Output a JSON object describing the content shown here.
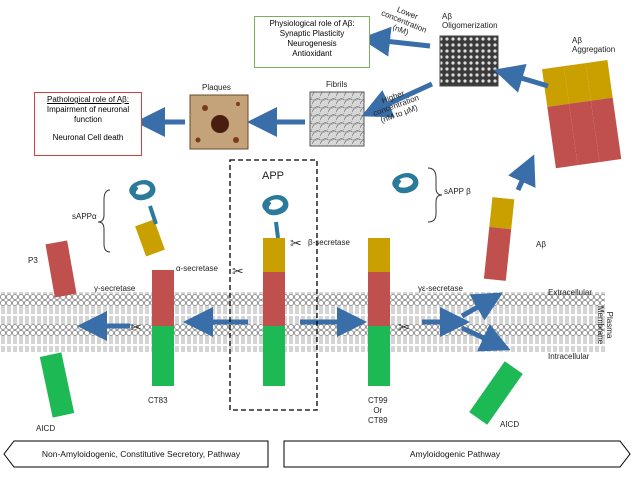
{
  "membrane": {
    "label_line1": "Plasma",
    "label_line2": "Membrane",
    "extracellular": "Extracellular",
    "intracellular": "Intracellular"
  },
  "physiological_box": {
    "line1": "Physiological role of Aβ:",
    "line2": "Synaptic Plasticity",
    "line3": "Neurogenesis",
    "line4": "Antioxidant"
  },
  "pathological_box": {
    "line1": "Pathological role of Aβ:",
    "line2": "Impairment of neuronal",
    "line3": "function",
    "line4": "Neuronal Cell death"
  },
  "labels": {
    "ab_oligo_1": "Aβ",
    "ab_oligo_2": "Oligomerization",
    "ab_aggr_1": "Aβ",
    "ab_aggr_2": "Aggregation",
    "lower_1": "Lower",
    "lower_2": "concentration",
    "lower_3": "(nM)",
    "higher_1": "Higher",
    "higher_2": "concentration",
    "higher_3": "(nM to μM)",
    "plaques": "Plaques",
    "fibrils": "Fibrils",
    "app": "APP",
    "sappa": "sAPPα",
    "sappb": "sAPP β",
    "p3": "P3",
    "abeta": "Aβ",
    "gamma_secretase": "γ-secretase",
    "alpha_secretase": "α-secretase",
    "beta_secretase": "β-secretase",
    "gamma2_secretase": "γε-secretase",
    "ct83": "CT83",
    "ct99_1": "CT99",
    "ct99_2": "Or",
    "ct99_3": "CT89",
    "aicd_left": "AICD",
    "aicd_right": "AICD"
  },
  "pathways": {
    "left": "Non-Amyloidogenic, Constitutive  Secretory, Pathway",
    "right": "Amyloidogenic Pathway"
  },
  "colors": {
    "gold": "#c9a000",
    "red": "#c0504d",
    "green": "#1db954",
    "arrow": "#3a6ea8",
    "coil": "#2b7a9b"
  }
}
